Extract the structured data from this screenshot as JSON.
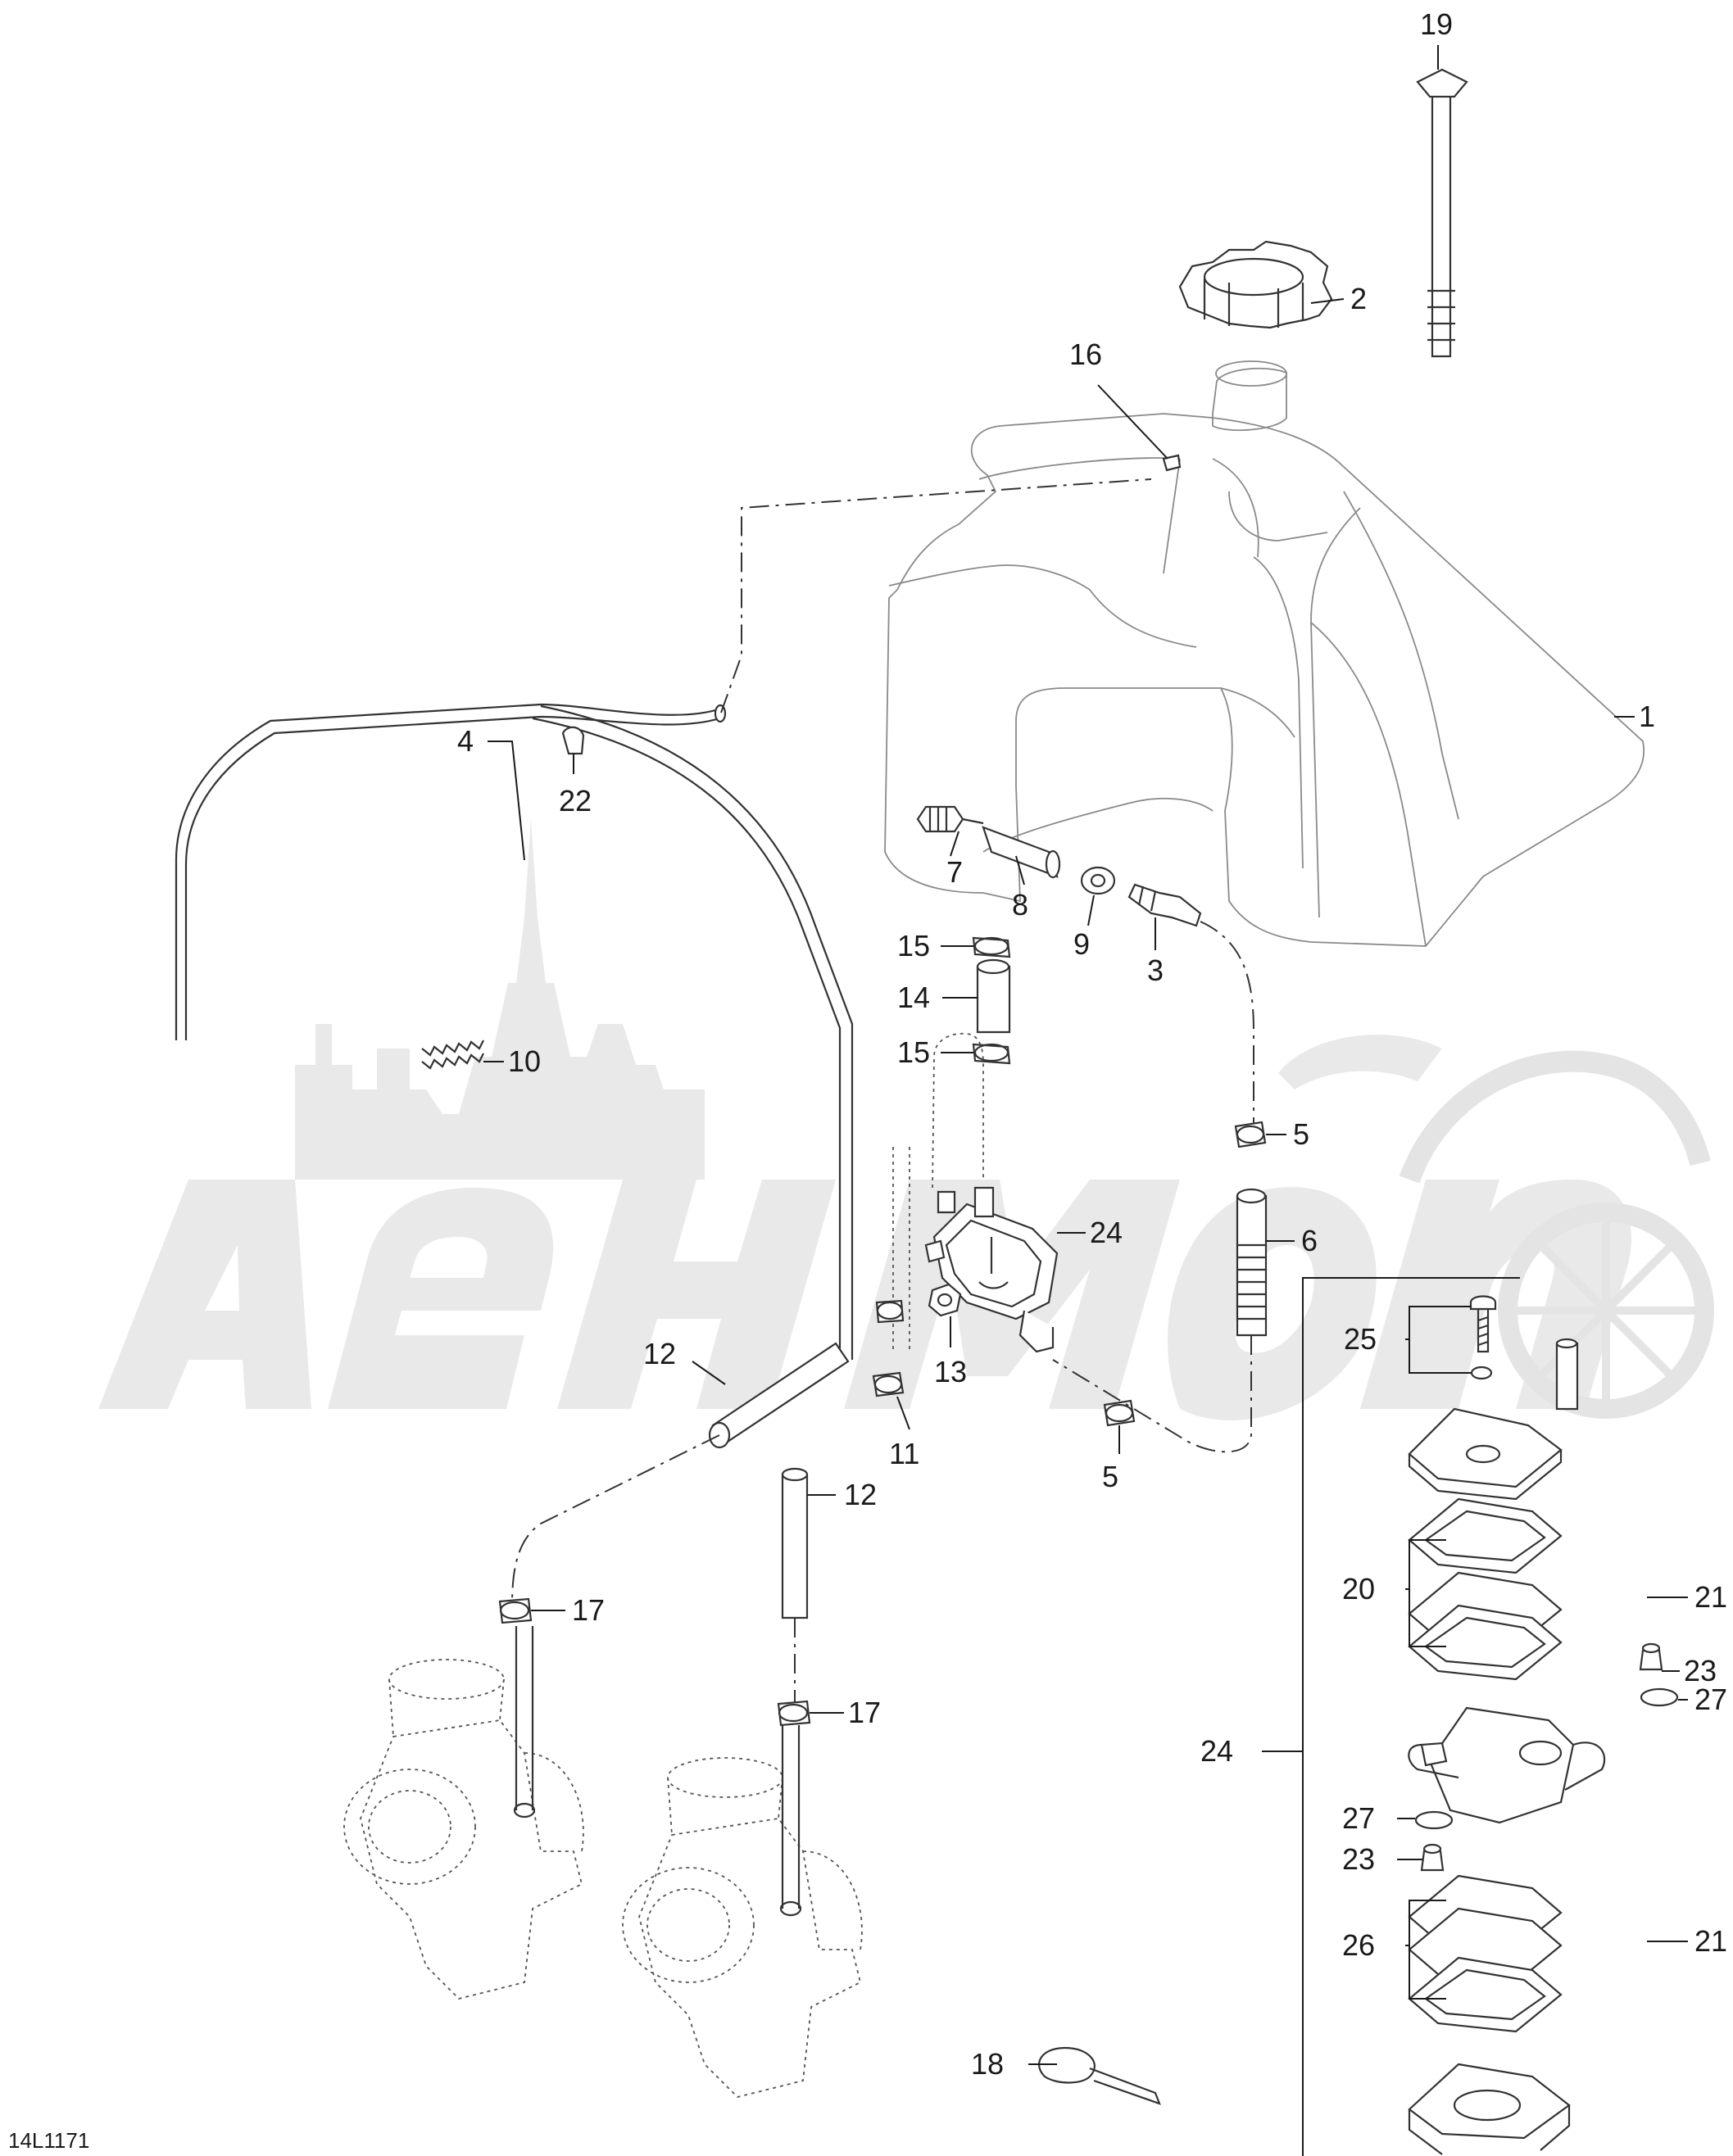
{
  "drawing": {
    "code": "14L1171",
    "callouts": [
      {
        "key": "c19",
        "label": "19"
      },
      {
        "key": "c2",
        "label": "2"
      },
      {
        "key": "c16",
        "label": "16"
      },
      {
        "key": "c1",
        "label": "1"
      },
      {
        "key": "c4",
        "label": "4"
      },
      {
        "key": "c22",
        "label": "22"
      },
      {
        "key": "c7",
        "label": "7"
      },
      {
        "key": "c8",
        "label": "8"
      },
      {
        "key": "c9",
        "label": "9"
      },
      {
        "key": "c3",
        "label": "3"
      },
      {
        "key": "c15a",
        "label": "15"
      },
      {
        "key": "c14",
        "label": "14"
      },
      {
        "key": "c15b",
        "label": "15"
      },
      {
        "key": "c10",
        "label": "10"
      },
      {
        "key": "c5a",
        "label": "5"
      },
      {
        "key": "c24a",
        "label": "24"
      },
      {
        "key": "c6",
        "label": "6"
      },
      {
        "key": "c12a",
        "label": "12"
      },
      {
        "key": "c13",
        "label": "13"
      },
      {
        "key": "c11",
        "label": "11"
      },
      {
        "key": "c5b",
        "label": "5"
      },
      {
        "key": "c12b",
        "label": "12"
      },
      {
        "key": "c25",
        "label": "25"
      },
      {
        "key": "c20",
        "label": "20"
      },
      {
        "key": "c21a",
        "label": "21"
      },
      {
        "key": "c23a",
        "label": "23"
      },
      {
        "key": "c27a",
        "label": "27"
      },
      {
        "key": "c24b",
        "label": "24"
      },
      {
        "key": "c27b",
        "label": "27"
      },
      {
        "key": "c23b",
        "label": "23"
      },
      {
        "key": "c26",
        "label": "26"
      },
      {
        "key": "c21b",
        "label": "21"
      },
      {
        "key": "c17a",
        "label": "17"
      },
      {
        "key": "c17b",
        "label": "17"
      },
      {
        "key": "c18",
        "label": "18"
      }
    ]
  }
}
